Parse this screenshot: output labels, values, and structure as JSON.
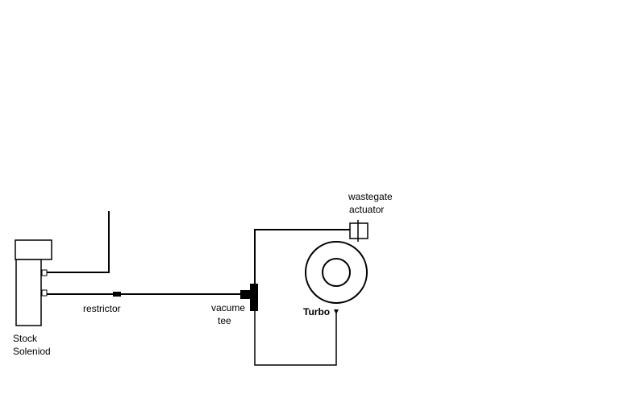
{
  "labels": {
    "wastegate_line1": "wastegate",
    "wastegate_line2": "actuator",
    "restrictor": "restrictor",
    "tee_line1": "vacume",
    "tee_line2": "tee",
    "turbo": "Turbo",
    "solenoid_line1": "Stock",
    "solenoid_line2": "Soleniod"
  }
}
